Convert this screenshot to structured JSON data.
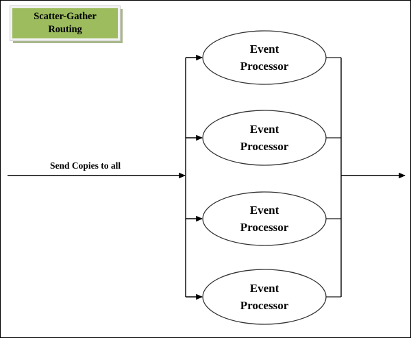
{
  "diagram": {
    "title_lines": [
      "Scatter-Gather",
      "Routing"
    ],
    "title_bg_color": "#9cbc5e",
    "flow_label": "Send Copies to all",
    "node_label_lines": [
      "Event",
      "Processor"
    ],
    "nodes": [
      {
        "label_line1": "Event",
        "label_line2": "Processor"
      },
      {
        "label_line1": "Event",
        "label_line2": "Processor"
      },
      {
        "label_line1": "Event",
        "label_line2": "Processor"
      },
      {
        "label_line1": "Event",
        "label_line2": "Processor"
      }
    ]
  }
}
